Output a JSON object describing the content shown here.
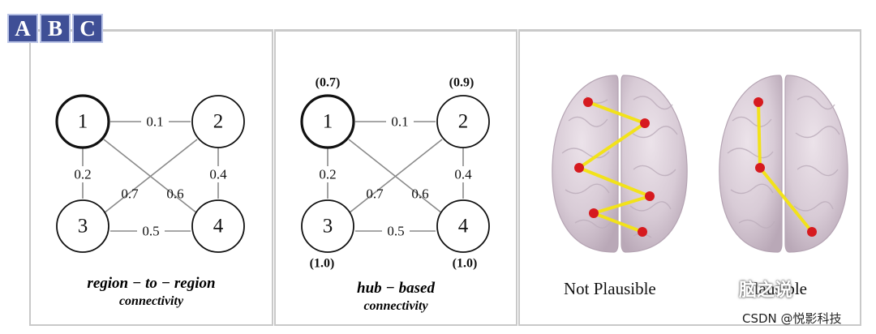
{
  "tabs": [
    "A",
    "B",
    "C"
  ],
  "panel_a": {
    "nodes": [
      "1",
      "2",
      "3",
      "4"
    ],
    "weights": {
      "e12": "0.1",
      "e13": "0.2",
      "e24": "0.4",
      "e34": "0.5",
      "e23": "0.7",
      "e14": "0.6"
    },
    "caption_line1": "region − to − region",
    "caption_line2": "connectivity"
  },
  "panel_b": {
    "nodes": [
      "1",
      "2",
      "3",
      "4"
    ],
    "hub_scores": [
      "(0.7)",
      "(0.9)",
      "(1.0)",
      "(1.0)"
    ],
    "weights": {
      "e12": "0.1",
      "e13": "0.2",
      "e24": "0.4",
      "e34": "0.5",
      "e23": "0.7",
      "e14": "0.6"
    },
    "caption_line1": "hub − based",
    "caption_line2": "connectivity"
  },
  "panel_c": {
    "left_label": "Not Plausible",
    "right_label": "Plausible",
    "colors": {
      "brain": "#d9cdd8",
      "edge": "#f2e21a",
      "node": "#d61a1f"
    }
  },
  "watermark": {
    "top": "脑之说",
    "bottom": "CSDN @悦影科技"
  }
}
